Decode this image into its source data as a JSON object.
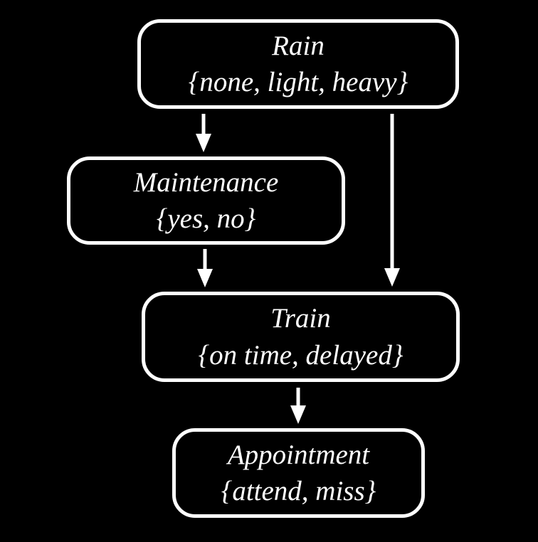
{
  "diagram": {
    "type": "bayesian-network",
    "background_color": "#000000",
    "node_border_color": "#ffffff",
    "text_color": "#ffffff",
    "arrow_color": "#ffffff"
  },
  "nodes": [
    {
      "id": "rain",
      "title": "Rain",
      "values": "{none, light, heavy}"
    },
    {
      "id": "maintenance",
      "title": "Maintenance",
      "values": "{yes, no}"
    },
    {
      "id": "train",
      "title": "Train",
      "values": "{on time, delayed}"
    },
    {
      "id": "appointment",
      "title": "Appointment",
      "values": "{attend, miss}"
    }
  ],
  "edges": [
    {
      "from": "Rain",
      "to": "Maintenance"
    },
    {
      "from": "Rain",
      "to": "Train"
    },
    {
      "from": "Maintenance",
      "to": "Train"
    },
    {
      "from": "Train",
      "to": "Appointment"
    }
  ]
}
